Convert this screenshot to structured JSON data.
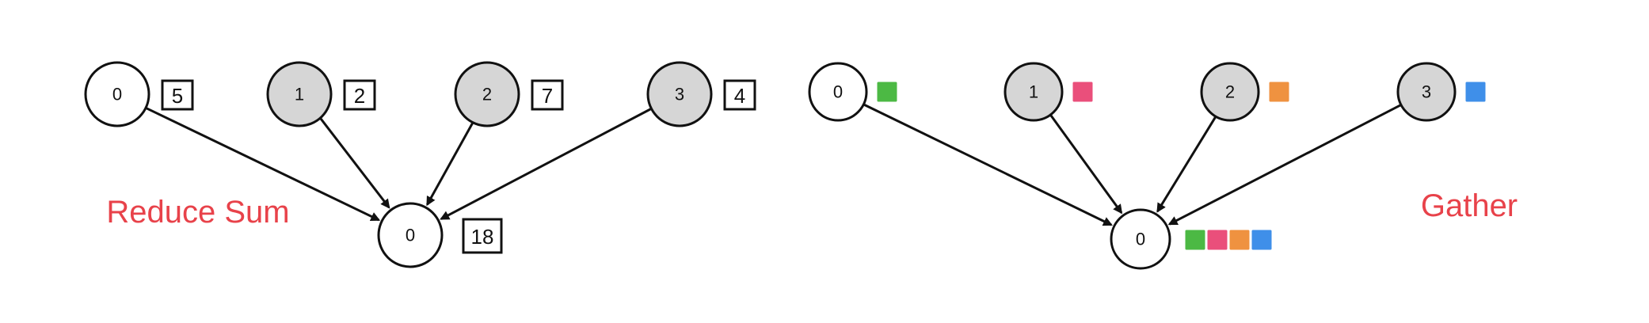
{
  "colors": {
    "title": "#e8424a",
    "node_white": "#ffffff",
    "node_gray": "#d6d6d6",
    "stroke": "#111111",
    "green": "#4cb944",
    "pink": "#ea4f7b",
    "orange": "#ef9240",
    "blue": "#3f8fe9"
  },
  "reduce": {
    "title": "Reduce Sum",
    "sources": [
      {
        "rank": "0",
        "value": "5",
        "fill": "white"
      },
      {
        "rank": "1",
        "value": "2",
        "fill": "gray"
      },
      {
        "rank": "2",
        "value": "7",
        "fill": "gray"
      },
      {
        "rank": "3",
        "value": "4",
        "fill": "gray"
      }
    ],
    "target": {
      "rank": "0",
      "value": "18"
    }
  },
  "gather": {
    "title": "Gather",
    "sources": [
      {
        "rank": "0",
        "color": "green",
        "fill": "white"
      },
      {
        "rank": "1",
        "color": "pink",
        "fill": "gray"
      },
      {
        "rank": "2",
        "color": "orange",
        "fill": "gray"
      },
      {
        "rank": "3",
        "color": "blue",
        "fill": "gray"
      }
    ],
    "target": {
      "rank": "0",
      "colors": [
        "green",
        "pink",
        "orange",
        "blue"
      ]
    }
  }
}
